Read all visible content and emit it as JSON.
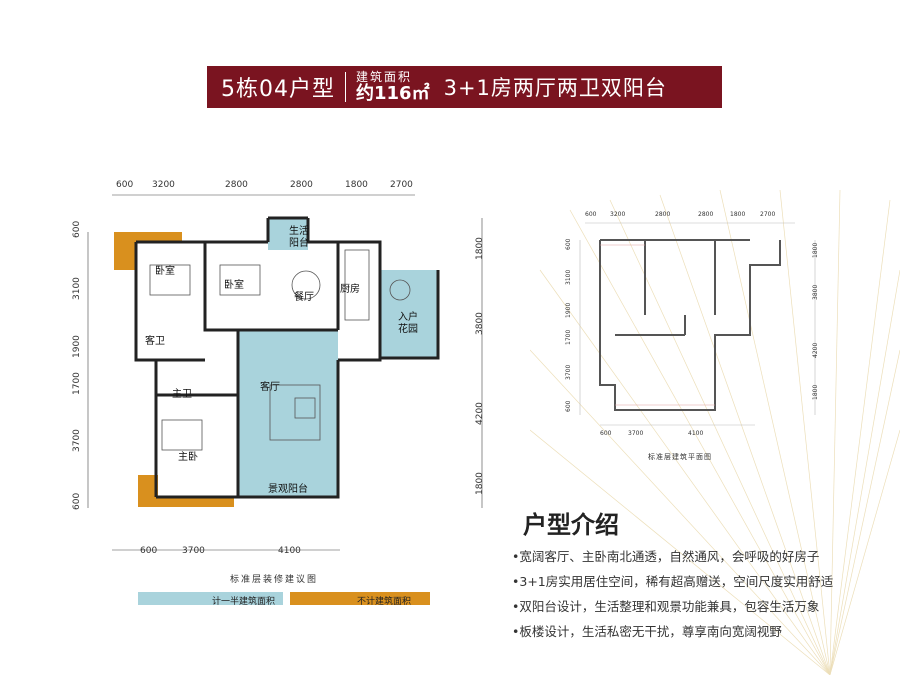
{
  "banner": {
    "unit": "5栋04户型",
    "area_label": "建筑面积",
    "area_value": "约116㎡",
    "layout": "3+1房两厅两卫双阳台"
  },
  "main_plan": {
    "top_dims": [
      "600",
      "3200",
      "2800",
      "2800",
      "1800",
      "2700"
    ],
    "bottom_dims": [
      "600",
      "3700",
      "4100"
    ],
    "left_dims": [
      "600",
      "3100",
      "1900",
      "1700",
      "3700",
      "600"
    ],
    "right_dims": [
      "1800",
      "3800",
      "4200",
      "1800"
    ],
    "rooms": {
      "bedroom1": "卧室",
      "bedroom2": "卧室",
      "balcony_life": "生活阳台",
      "dining": "餐厅",
      "kitchen": "厨房",
      "entry_garden": "入户花园",
      "guest_bath": "客卫",
      "master_bath": "主卫",
      "living": "客厅",
      "master_bed": "主卧",
      "view_balcony": "景观阳台"
    },
    "caption": "标准层装修建议图"
  },
  "legend": {
    "half_area": "计一半建筑面积",
    "no_area": "不计建筑面积",
    "half_color": "#a9d3dc",
    "no_color": "#d9901e"
  },
  "small_plan": {
    "top_dims": [
      "600",
      "3200",
      "2800",
      "2800",
      "1800",
      "2700"
    ],
    "bottom_dims": [
      "600",
      "3700",
      "4100"
    ],
    "left_dims": [
      "600",
      "3100",
      "1900",
      "1700",
      "3700",
      "600"
    ],
    "right_dims": [
      "1800",
      "3800",
      "4200",
      "1800"
    ],
    "caption": "标准层建筑平面图"
  },
  "intro": {
    "title": "户型介绍",
    "bullets": [
      "•宽阔客厅、主卧南北通透，自然通风，会呼吸的好房子",
      "•3+1房实用居住空间，稀有超高赠送，空间尺度实用舒适",
      "•双阳台设计，生活整理和观景功能兼具，包容生活万象",
      "•板楼设计，生活私密无干扰，尊享南向宽阔视野"
    ]
  }
}
